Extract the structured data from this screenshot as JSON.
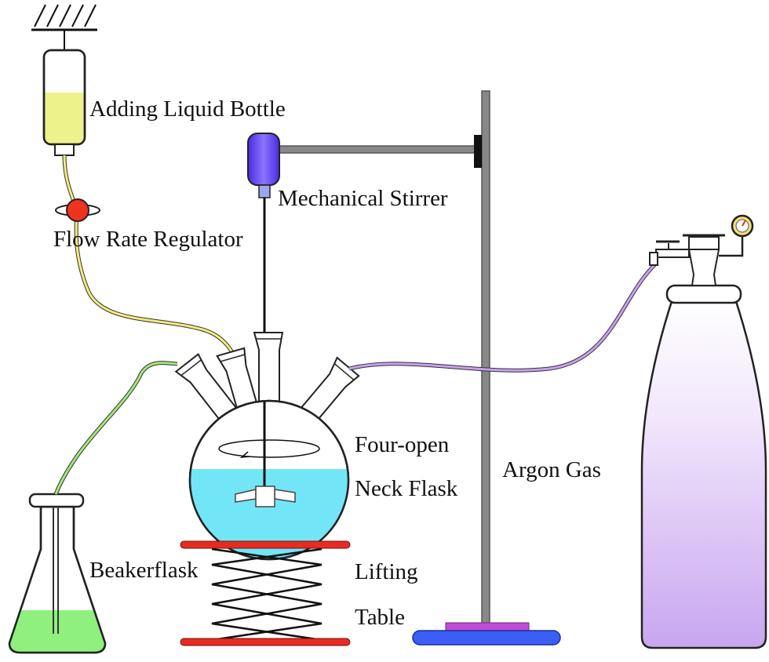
{
  "labels": {
    "adding_liquid_bottle": "Adding Liquid Bottle",
    "mechanical_stirrer": "Mechanical Stirrer",
    "flow_rate_regulator": "Flow Rate Regulator",
    "four_open_line1": "Four-open",
    "four_open_line2": "Neck Flask",
    "argon_gas": "Argon Gas",
    "beakerflask": "Beakerflask",
    "lifting_line1": "Lifting",
    "lifting_line2": "Table"
  },
  "colors": {
    "yellow_liquid": "#eef28a",
    "blue_liquid": "#72e6f7",
    "green_liquid": "#8ff07e",
    "stirrer_purple": "#6b4bf2",
    "regulator_red": "#f0331f",
    "table_red": "#e62b23",
    "stand_base_blue": "#3b5ef5",
    "stand_base_pink": "#c24bd6",
    "stand_rod_gray": "#888888",
    "argon_top": "#ffffff",
    "argon_bottom": "#c8a6f0",
    "yellow_tube": "#f3ee78",
    "green_tube": "#a4e77c",
    "purple_tube": "#c9a0f0"
  },
  "icons": {
    "adding_liquid_bottle": "bottle-icon",
    "mechanical_stirrer": "motor-icon",
    "flow_rate_regulator": "valve-icon",
    "four_neck_flask": "flask-icon",
    "argon_gas": "gas-cylinder-icon",
    "beakerflask": "erlenmeyer-flask-icon",
    "lifting_table": "scissor-lift-icon",
    "retort_stand": "stand-icon"
  }
}
